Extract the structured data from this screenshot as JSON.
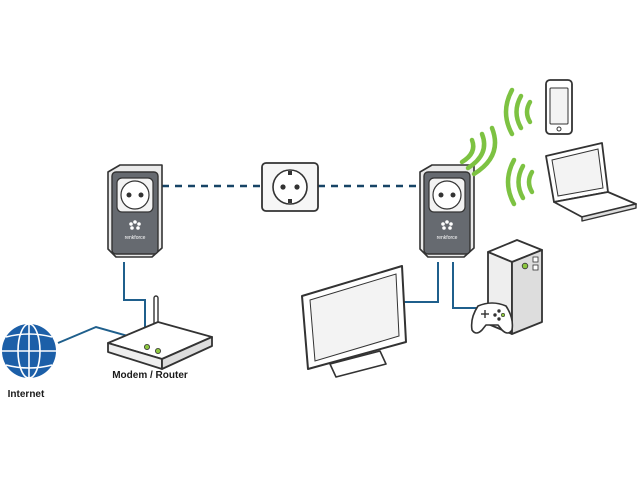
{
  "labels": {
    "internet": "Internet",
    "modem_router": "Modem / Router",
    "adapter_brand": "renkforce"
  },
  "colors": {
    "cable": "#1f5f8c",
    "powerline": "#174466",
    "wifi": "#7dc242",
    "globe": "#1c5fa8",
    "device_outline": "#333333",
    "adapter_body": "#666a70",
    "led": "#8cc63f"
  },
  "icons": {
    "internet": "globe-icon",
    "router": "router-icon",
    "wall_socket": "wall-socket-icon",
    "adapter": "powerline-adapter-icon",
    "wifi": "wifi-signal-icon",
    "phone": "smartphone-icon",
    "laptop": "laptop-icon",
    "tv": "tv-icon",
    "console": "game-console-icon",
    "gamepad": "gamepad-icon"
  }
}
